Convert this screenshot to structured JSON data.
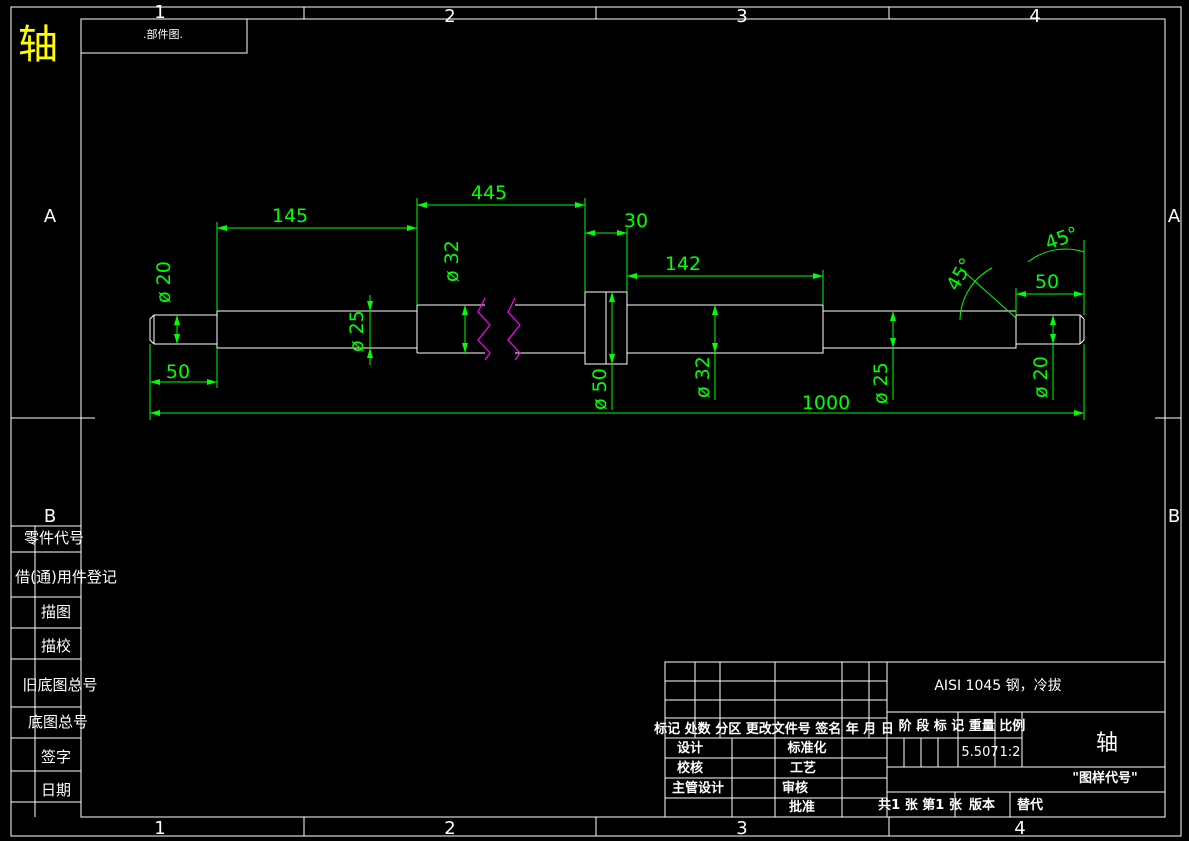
{
  "title_big": "轴",
  "corner_box_text": ".部件图.",
  "zones": {
    "columns": [
      "1",
      "2",
      "3",
      "4"
    ],
    "rows": [
      "A",
      "B"
    ]
  },
  "dimensions": {
    "d145": "145",
    "d445": "445",
    "d30": "30",
    "d142": "142",
    "d50_left": "50",
    "d50_right": "50",
    "d1000": "1000",
    "dia20_left": "ø 20",
    "dia25_left": "ø 25",
    "dia32_top": "ø 32",
    "dia50": "ø 50",
    "dia32_bottom": "ø 32",
    "dia25_right": "ø 25",
    "dia20_right": "ø 20",
    "angle1": "45°",
    "angle2": "45°"
  },
  "left_column": [
    "零件代号",
    "借(通)用件登记",
    "描图",
    "描校",
    "旧底图总号",
    "底图总号",
    "签字",
    "日期"
  ],
  "title_block": {
    "material": "AISI 1045 钢，冷拔",
    "rev_header": "标记 处数 分区 更改文件号 签名 年 月 日",
    "design": "设计",
    "standardize": "标准化",
    "check": "校核",
    "process": "工艺",
    "chief": "主管设计",
    "review": "审核",
    "approve": "批准",
    "stage_header": "阶 段 标 记  重量  比例",
    "weight": "5.507",
    "scale": "1:2",
    "part_name": "轴",
    "drawing_code": "\"图样代号\"",
    "sheets": "共1 张 第1 张",
    "version": "版本",
    "replace": "替代"
  }
}
